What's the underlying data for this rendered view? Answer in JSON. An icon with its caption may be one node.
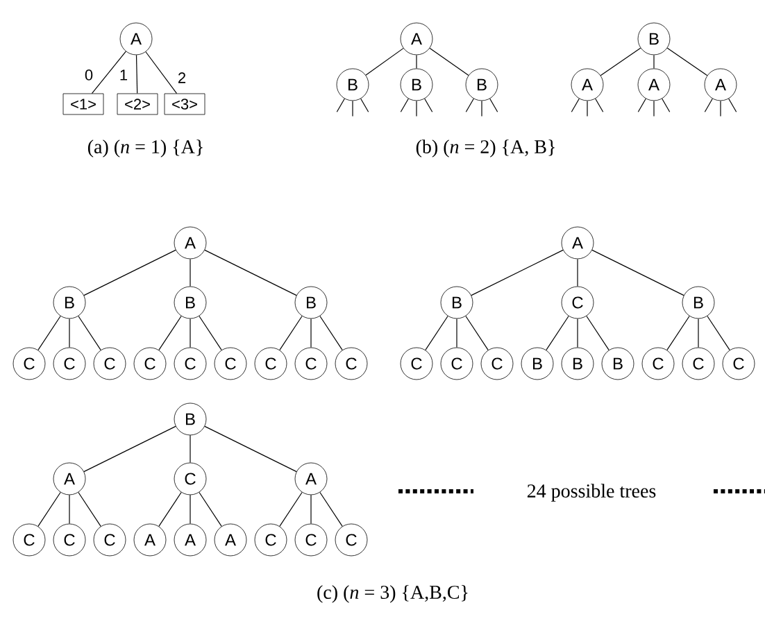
{
  "diagram": {
    "nodes": [
      {
        "text": [
          "A"
        ]
      },
      {
        "text": [
          "<1>"
        ]
      },
      {
        "text": [
          "<2>"
        ]
      },
      {
        "text": [
          "<3>"
        ]
      },
      {
        "text": [
          "A"
        ]
      },
      {
        "text": [
          "B"
        ]
      },
      {
        "text": [
          "B"
        ]
      },
      {
        "text": [
          "B"
        ]
      },
      {
        "text": [
          "B"
        ]
      },
      {
        "text": [
          "A"
        ]
      },
      {
        "text": [
          "A"
        ]
      },
      {
        "text": [
          "A"
        ]
      },
      {
        "text": [
          "A"
        ]
      },
      {
        "text": [
          "B"
        ]
      },
      {
        "text": [
          "B"
        ]
      },
      {
        "text": [
          "B"
        ]
      },
      {
        "text": [
          "C"
        ]
      },
      {
        "text": [
          "C"
        ]
      },
      {
        "text": [
          "C"
        ]
      },
      {
        "text": [
          "C"
        ]
      },
      {
        "text": [
          "C"
        ]
      },
      {
        "text": [
          "C"
        ]
      },
      {
        "text": [
          "C"
        ]
      },
      {
        "text": [
          "C"
        ]
      },
      {
        "text": [
          "C"
        ]
      },
      {
        "text": [
          "A"
        ]
      },
      {
        "text": [
          "B"
        ]
      },
      {
        "text": [
          "C"
        ]
      },
      {
        "text": [
          "B"
        ]
      },
      {
        "text": [
          "C"
        ]
      },
      {
        "text": [
          "C"
        ]
      },
      {
        "text": [
          "C"
        ]
      },
      {
        "text": [
          "B"
        ]
      },
      {
        "text": [
          "B"
        ]
      },
      {
        "text": [
          "B"
        ]
      },
      {
        "text": [
          "C"
        ]
      },
      {
        "text": [
          "C"
        ]
      },
      {
        "text": [
          "C"
        ]
      },
      {
        "text": [
          "B"
        ]
      },
      {
        "text": [
          "A"
        ]
      },
      {
        "text": [
          "C"
        ]
      },
      {
        "text": [
          "A"
        ]
      },
      {
        "text": [
          "C"
        ]
      },
      {
        "text": [
          "C"
        ]
      },
      {
        "text": [
          "C"
        ]
      },
      {
        "text": [
          "A"
        ]
      },
      {
        "text": [
          "A"
        ]
      },
      {
        "text": [
          "A"
        ]
      },
      {
        "text": [
          "C"
        ]
      },
      {
        "text": [
          "C"
        ]
      },
      {
        "text": [
          "C"
        ]
      }
    ],
    "edges": [
      {
        "from": 0,
        "to": 1,
        "arrow": "none",
        "label": "0"
      },
      {
        "from": 0,
        "to": 2,
        "arrow": "none",
        "label": "1"
      },
      {
        "from": 0,
        "to": 3,
        "arrow": "none",
        "label": "2"
      },
      {
        "from": 4,
        "to": 5,
        "arrow": "none"
      },
      {
        "from": 4,
        "to": 6,
        "arrow": "none"
      },
      {
        "from": 4,
        "to": 7,
        "arrow": "none"
      },
      {
        "from": 8,
        "to": 9,
        "arrow": "none"
      },
      {
        "from": 8,
        "to": 10,
        "arrow": "none"
      },
      {
        "from": 8,
        "to": 11,
        "arrow": "none"
      },
      {
        "from": 5,
        "to": null,
        "arrow": "none"
      },
      {
        "from": 5,
        "to": null,
        "arrow": "none"
      },
      {
        "from": 5,
        "to": null,
        "arrow": "none"
      },
      {
        "from": 6,
        "to": null,
        "arrow": "none"
      },
      {
        "from": 6,
        "to": null,
        "arrow": "none"
      },
      {
        "from": 6,
        "to": null,
        "arrow": "none"
      },
      {
        "from": 7,
        "to": null,
        "arrow": "none"
      },
      {
        "from": 7,
        "to": null,
        "arrow": "none"
      },
      {
        "from": 7,
        "to": null,
        "arrow": "none"
      },
      {
        "from": 9,
        "to": null,
        "arrow": "none"
      },
      {
        "from": 9,
        "to": null,
        "arrow": "none"
      },
      {
        "from": 9,
        "to": null,
        "arrow": "none"
      },
      {
        "from": 10,
        "to": null,
        "arrow": "none"
      },
      {
        "from": 10,
        "to": null,
        "arrow": "none"
      },
      {
        "from": 10,
        "to": null,
        "arrow": "none"
      },
      {
        "from": 11,
        "to": null,
        "arrow": "none"
      },
      {
        "from": 11,
        "to": null,
        "arrow": "none"
      },
      {
        "from": 11,
        "to": null,
        "arrow": "none"
      },
      {
        "from": 12,
        "to": 13,
        "arrow": "none"
      },
      {
        "from": 12,
        "to": 14,
        "arrow": "none"
      },
      {
        "from": 12,
        "to": 15,
        "arrow": "none"
      },
      {
        "from": 13,
        "to": 16,
        "arrow": "none"
      },
      {
        "from": 13,
        "to": 17,
        "arrow": "none"
      },
      {
        "from": 13,
        "to": 18,
        "arrow": "none"
      },
      {
        "from": 14,
        "to": 19,
        "arrow": "none"
      },
      {
        "from": 14,
        "to": 20,
        "arrow": "none"
      },
      {
        "from": 14,
        "to": 21,
        "arrow": "none"
      },
      {
        "from": 15,
        "to": 22,
        "arrow": "none"
      },
      {
        "from": 15,
        "to": 23,
        "arrow": "none"
      },
      {
        "from": 15,
        "to": 24,
        "arrow": "none"
      },
      {
        "from": 25,
        "to": 26,
        "arrow": "none"
      },
      {
        "from": 25,
        "to": 27,
        "arrow": "none"
      },
      {
        "from": 25,
        "to": 28,
        "arrow": "none"
      },
      {
        "from": 26,
        "to": 29,
        "arrow": "none"
      },
      {
        "from": 26,
        "to": 30,
        "arrow": "none"
      },
      {
        "from": 26,
        "to": 31,
        "arrow": "none"
      },
      {
        "from": 27,
        "to": 32,
        "arrow": "none"
      },
      {
        "from": 27,
        "to": 33,
        "arrow": "none"
      },
      {
        "from": 27,
        "to": 34,
        "arrow": "none"
      },
      {
        "from": 28,
        "to": 35,
        "arrow": "none"
      },
      {
        "from": 28,
        "to": 36,
        "arrow": "none"
      },
      {
        "from": 28,
        "to": 37,
        "arrow": "none"
      },
      {
        "from": 38,
        "to": 39,
        "arrow": "none"
      },
      {
        "from": 38,
        "to": 40,
        "arrow": "none"
      },
      {
        "from": 38,
        "to": 41,
        "arrow": "none"
      },
      {
        "from": 39,
        "to": 42,
        "arrow": "none"
      },
      {
        "from": 39,
        "to": 43,
        "arrow": "none"
      },
      {
        "from": 39,
        "to": 44,
        "arrow": "none"
      },
      {
        "from": 40,
        "to": 45,
        "arrow": "none"
      },
      {
        "from": 40,
        "to": 46,
        "arrow": "none"
      },
      {
        "from": 40,
        "to": 47,
        "arrow": "none"
      },
      {
        "from": 41,
        "to": 48,
        "arrow": "none"
      },
      {
        "from": 41,
        "to": 49,
        "arrow": "none"
      },
      {
        "from": 41,
        "to": 50,
        "arrow": "none"
      }
    ],
    "labels": [
      "(a) (*n* = 1) {A}",
      "(b) (*n* = 2) {A, B}",
      "24 possible trees",
      "(c) (*n* = 3) {A,B,C}"
    ]
  }
}
